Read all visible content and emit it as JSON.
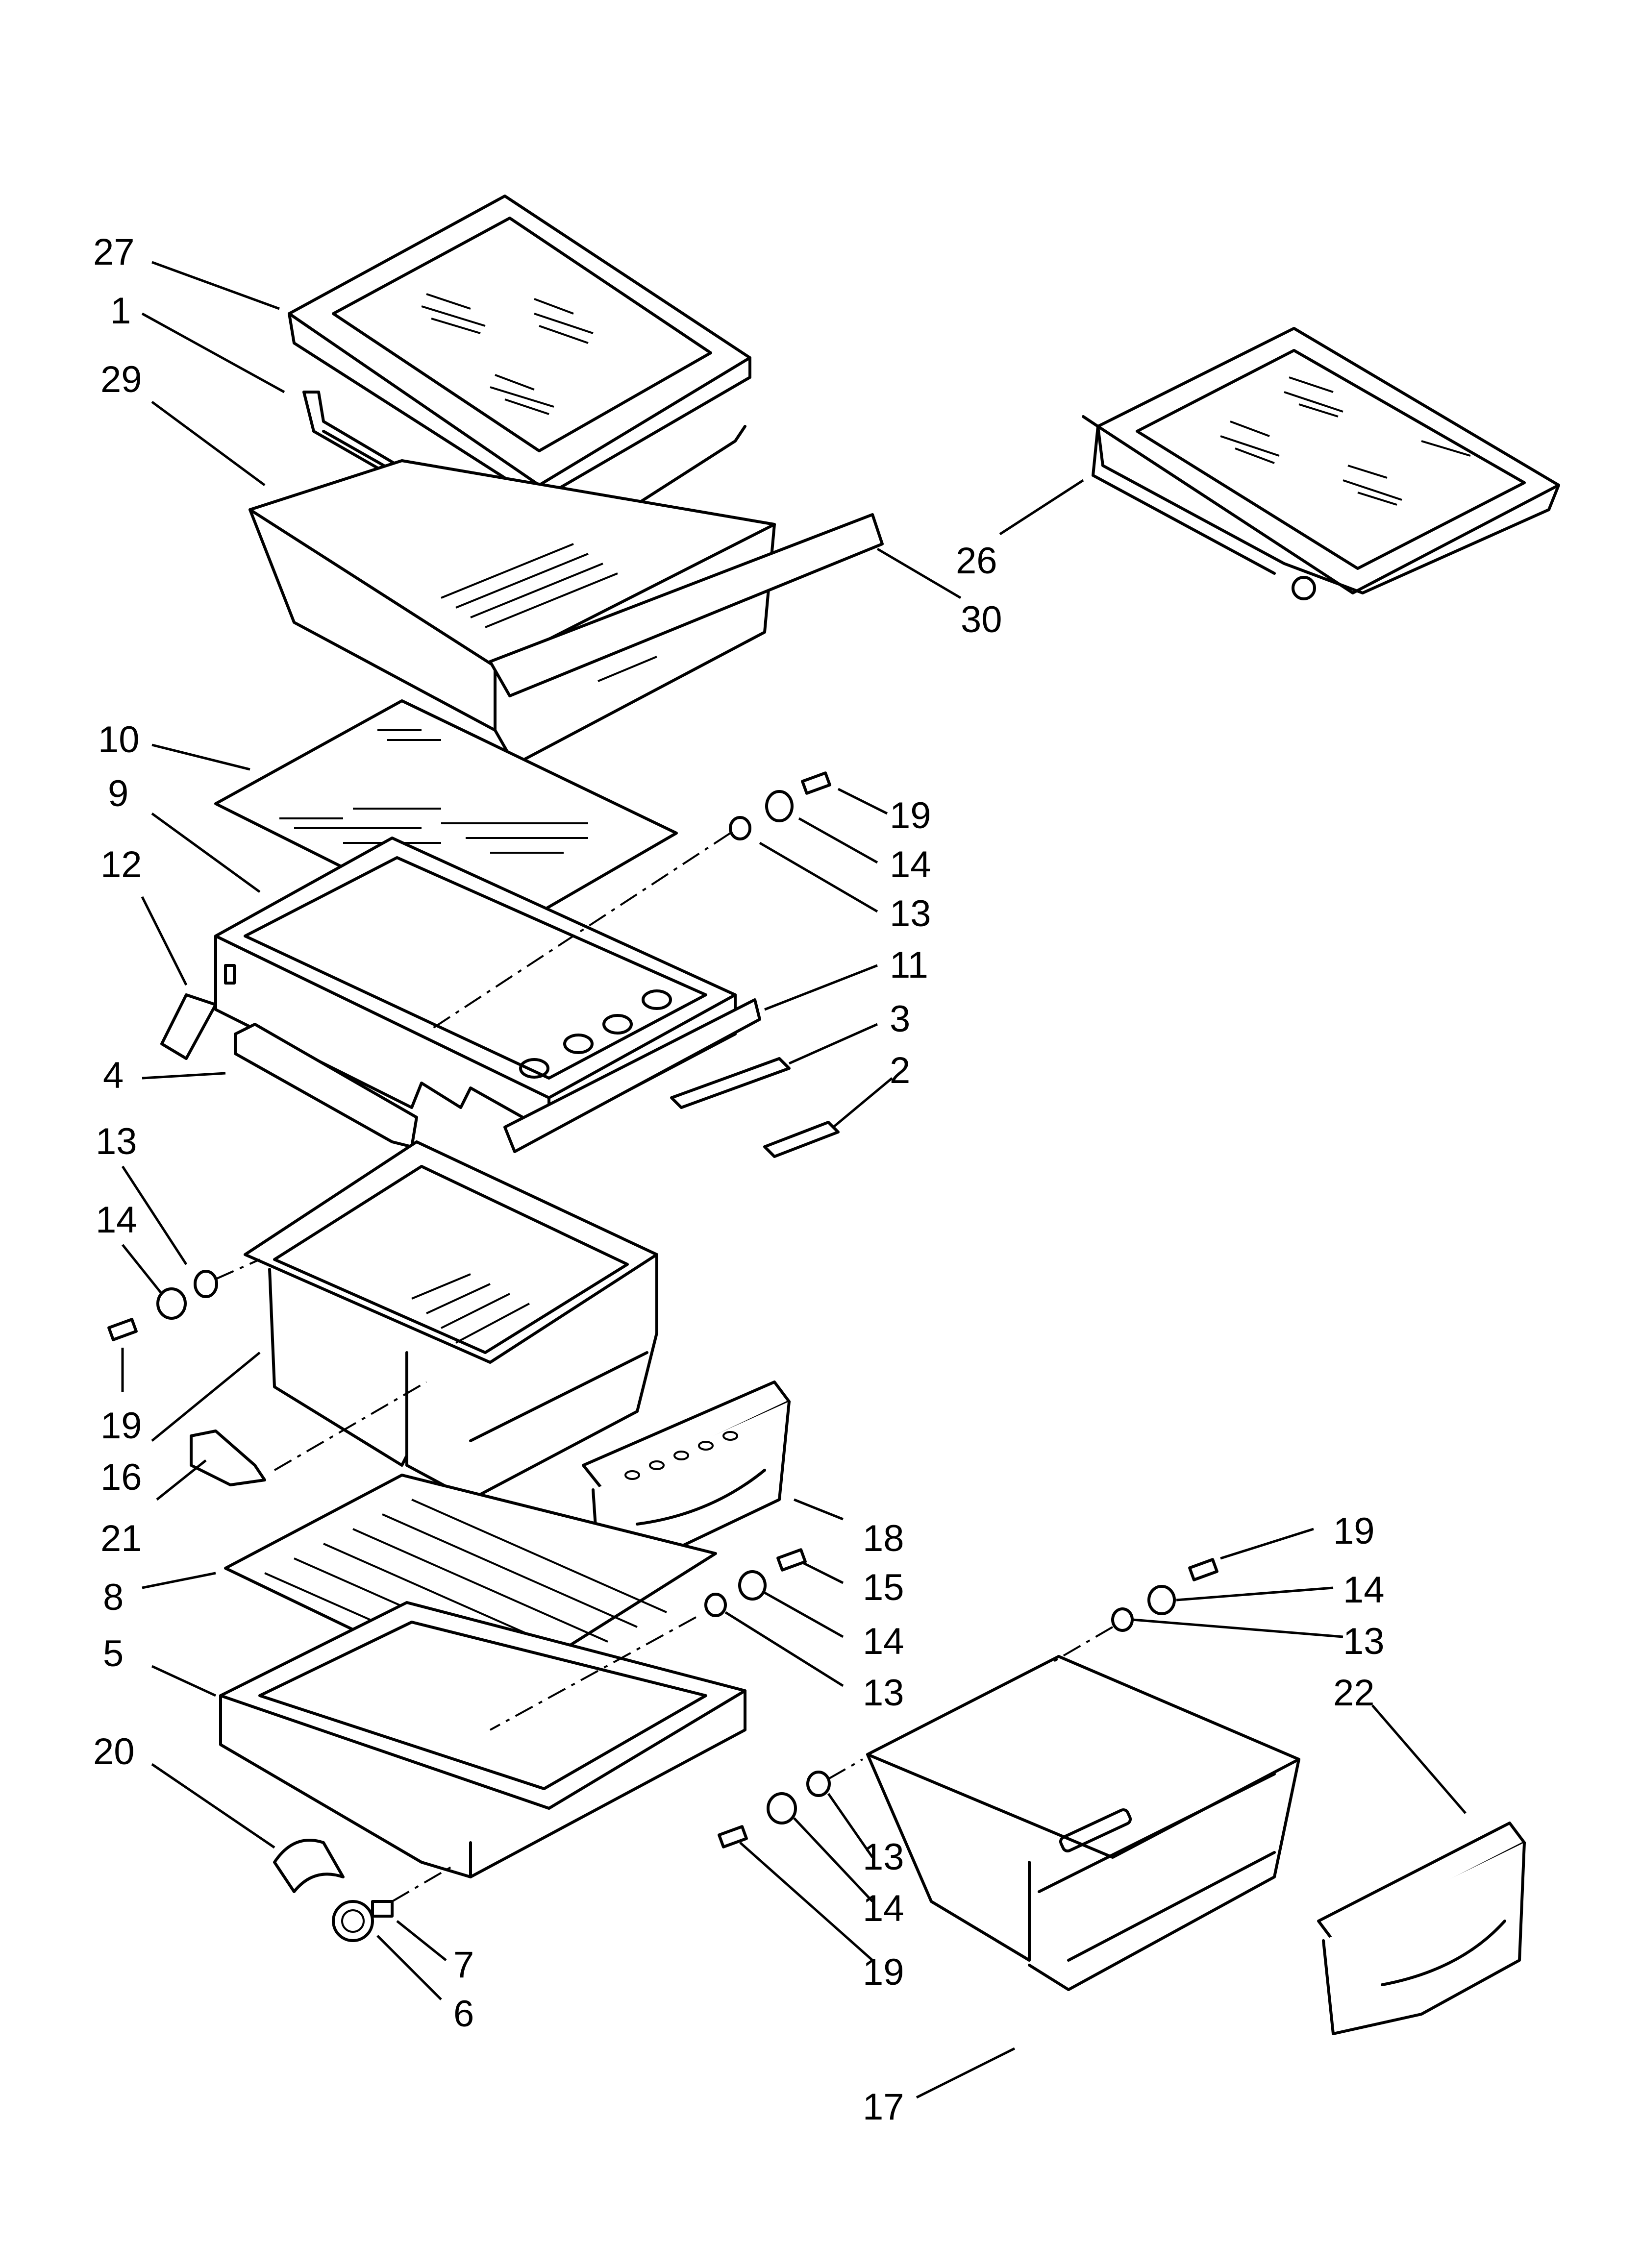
{
  "callouts": [
    {
      "id": "c27a",
      "label": "27"
    },
    {
      "id": "c1",
      "label": "1"
    },
    {
      "id": "c29",
      "label": "29"
    },
    {
      "id": "c26",
      "label": "26"
    },
    {
      "id": "c30",
      "label": "30"
    },
    {
      "id": "c10",
      "label": "10"
    },
    {
      "id": "c9",
      "label": "9"
    },
    {
      "id": "c19a",
      "label": "19"
    },
    {
      "id": "c14a",
      "label": "14"
    },
    {
      "id": "c13a",
      "label": "13"
    },
    {
      "id": "c12",
      "label": "12"
    },
    {
      "id": "c11",
      "label": "11"
    },
    {
      "id": "c3",
      "label": "3"
    },
    {
      "id": "c4",
      "label": "4"
    },
    {
      "id": "c2",
      "label": "2"
    },
    {
      "id": "c13b",
      "label": "13"
    },
    {
      "id": "c14b",
      "label": "14"
    },
    {
      "id": "c19b",
      "label": "19"
    },
    {
      "id": "c16",
      "label": "16"
    },
    {
      "id": "c21",
      "label": "21"
    },
    {
      "id": "c18",
      "label": "18"
    },
    {
      "id": "c8",
      "label": "8"
    },
    {
      "id": "c15",
      "label": "15"
    },
    {
      "id": "c14c",
      "label": "14"
    },
    {
      "id": "c13c",
      "label": "13"
    },
    {
      "id": "c5",
      "label": "5"
    },
    {
      "id": "c19c",
      "label": "19"
    },
    {
      "id": "c14d",
      "label": "14"
    },
    {
      "id": "c13d",
      "label": "13"
    },
    {
      "id": "c22",
      "label": "22"
    },
    {
      "id": "c20",
      "label": "20"
    },
    {
      "id": "c13e",
      "label": "13"
    },
    {
      "id": "c14e",
      "label": "14"
    },
    {
      "id": "c19d",
      "label": "19"
    },
    {
      "id": "c7",
      "label": "7"
    },
    {
      "id": "c6",
      "label": "6"
    },
    {
      "id": "c17",
      "label": "17"
    }
  ]
}
